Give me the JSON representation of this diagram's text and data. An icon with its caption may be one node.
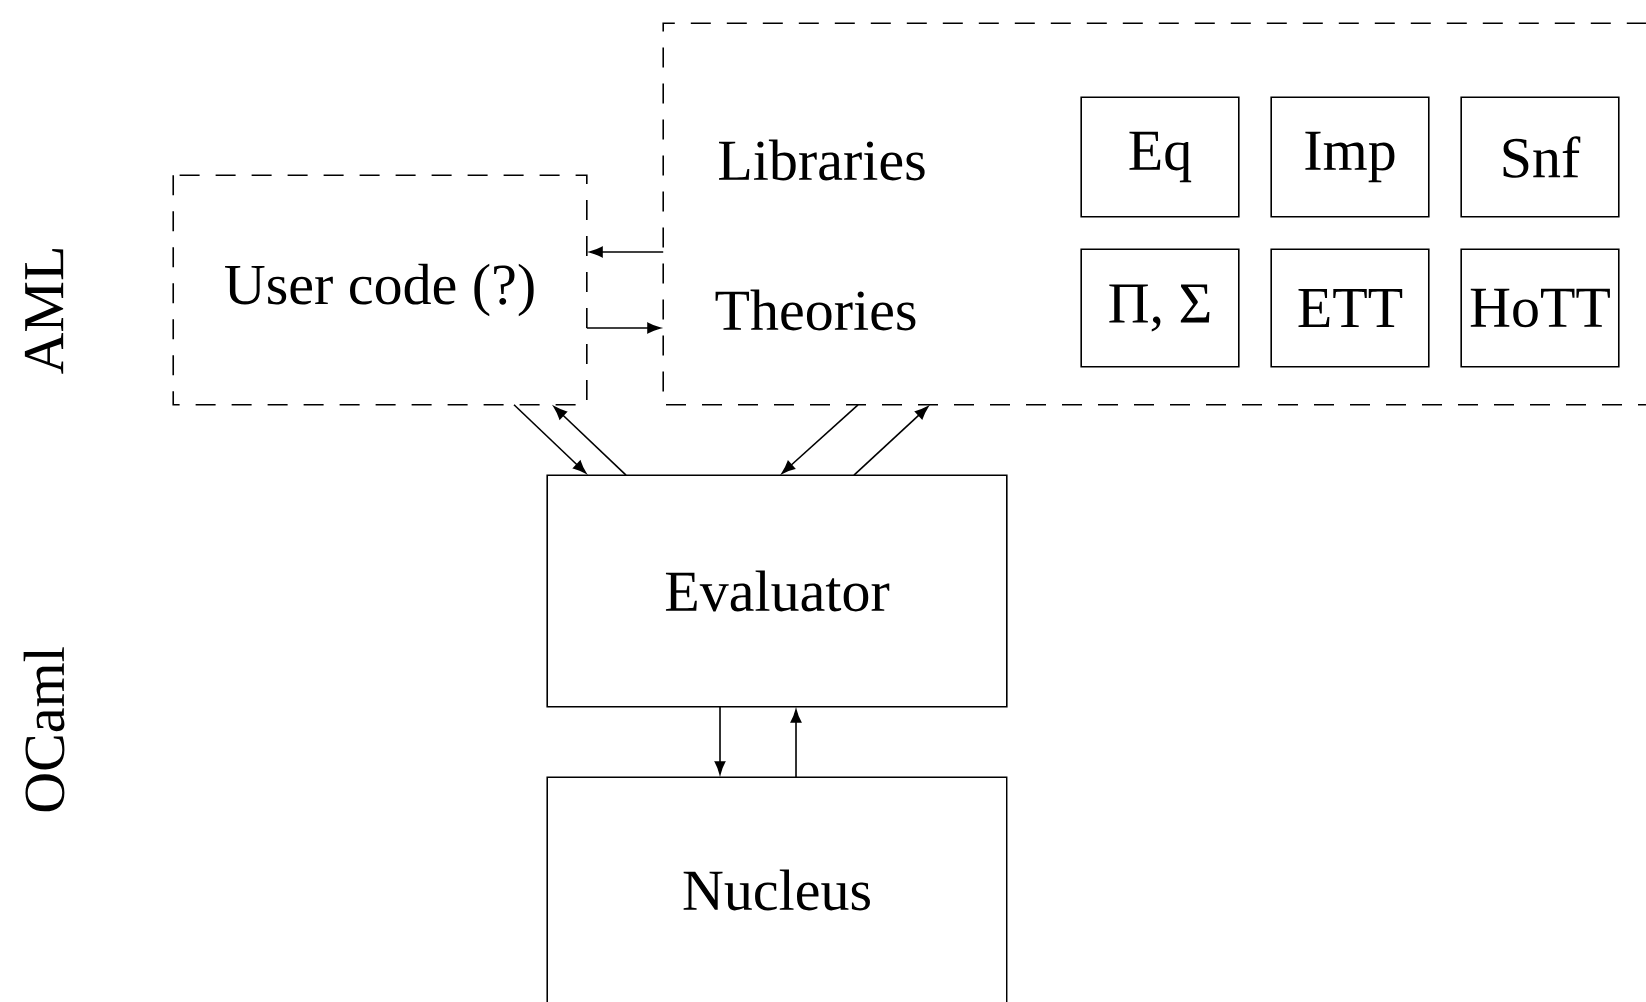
{
  "diagram": {
    "nodes": [
      {
        "text": [
          "User code (?)"
        ]
      },
      {
        "text": [
          "Libraries",
          "Theories"
        ]
      },
      {
        "text": [
          "Eq"
        ],
        "in": 1
      },
      {
        "text": [
          "Imp"
        ],
        "in": 1
      },
      {
        "text": [
          "Snf"
        ],
        "in": 1
      },
      {
        "text": [
          "Π, Σ"
        ],
        "in": 1
      },
      {
        "text": [
          "ETT"
        ],
        "in": 1
      },
      {
        "text": [
          "HoTT"
        ],
        "in": 1
      },
      {
        "text": [
          "Evaluator"
        ]
      },
      {
        "text": [
          "Nucleus"
        ]
      }
    ],
    "edges": [
      {
        "from": 1,
        "to": 0,
        "arrow": "to"
      },
      {
        "from": 0,
        "to": 1,
        "arrow": "to"
      },
      {
        "from": 0,
        "to": 8,
        "arrow": "to"
      },
      {
        "from": 8,
        "to": 0,
        "arrow": "to"
      },
      {
        "from": 1,
        "to": 8,
        "arrow": "to"
      },
      {
        "from": 8,
        "to": 1,
        "arrow": "to"
      },
      {
        "from": 8,
        "to": 9,
        "arrow": "to"
      },
      {
        "from": 9,
        "to": 8,
        "arrow": "to"
      }
    ],
    "labels": [
      "AML",
      "OCaml"
    ]
  }
}
